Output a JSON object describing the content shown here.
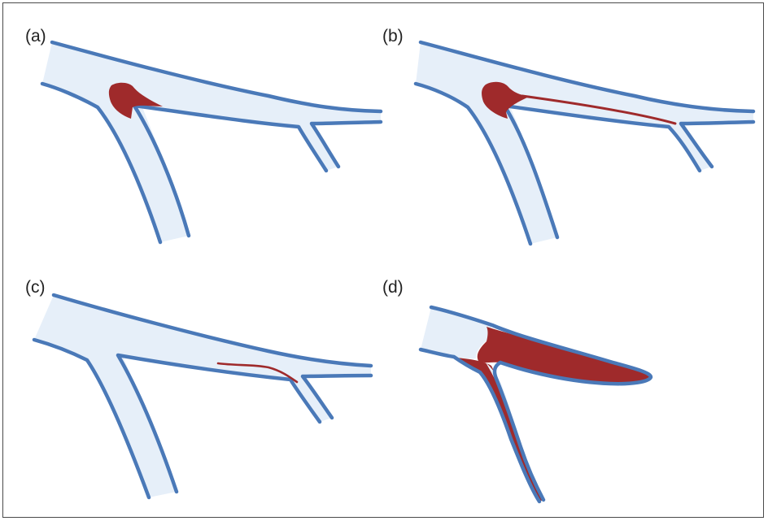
{
  "figure": {
    "panels": [
      {
        "label": "(a)"
      },
      {
        "label": "(b)"
      },
      {
        "label": "(c)"
      },
      {
        "label": "(d)"
      }
    ],
    "colors": {
      "vessel_fill": "#e6eff9",
      "vessel_wall": "#4a79b8",
      "clot": "#9f2a2b",
      "frame": "#4a4a4a"
    }
  }
}
